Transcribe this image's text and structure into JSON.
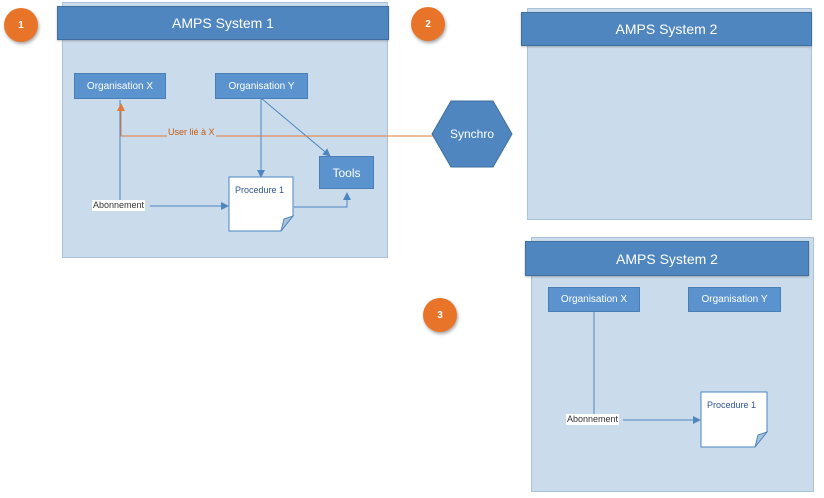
{
  "system1": {
    "title": "AMPS System 1",
    "org_x": "Organisation X",
    "org_y": "Organisation Y",
    "tools": "Tools",
    "procedure": "Procedure 1",
    "subscription": "Abonnement",
    "user_link": "User lié à X"
  },
  "system2_top": {
    "title": "AMPS System 2"
  },
  "system2_bottom": {
    "title": "AMPS System 2",
    "org_x": "Organisation X",
    "org_y": "Organisation Y",
    "procedure": "Procedure 1",
    "subscription": "Abonnement"
  },
  "sync": {
    "label": "Synchro"
  },
  "badges": [
    "1",
    "2",
    "3"
  ],
  "colors": {
    "accent": "#4f86c0",
    "panel": "#cadcec",
    "badge": "#e8742a",
    "link": "#e07b39"
  }
}
